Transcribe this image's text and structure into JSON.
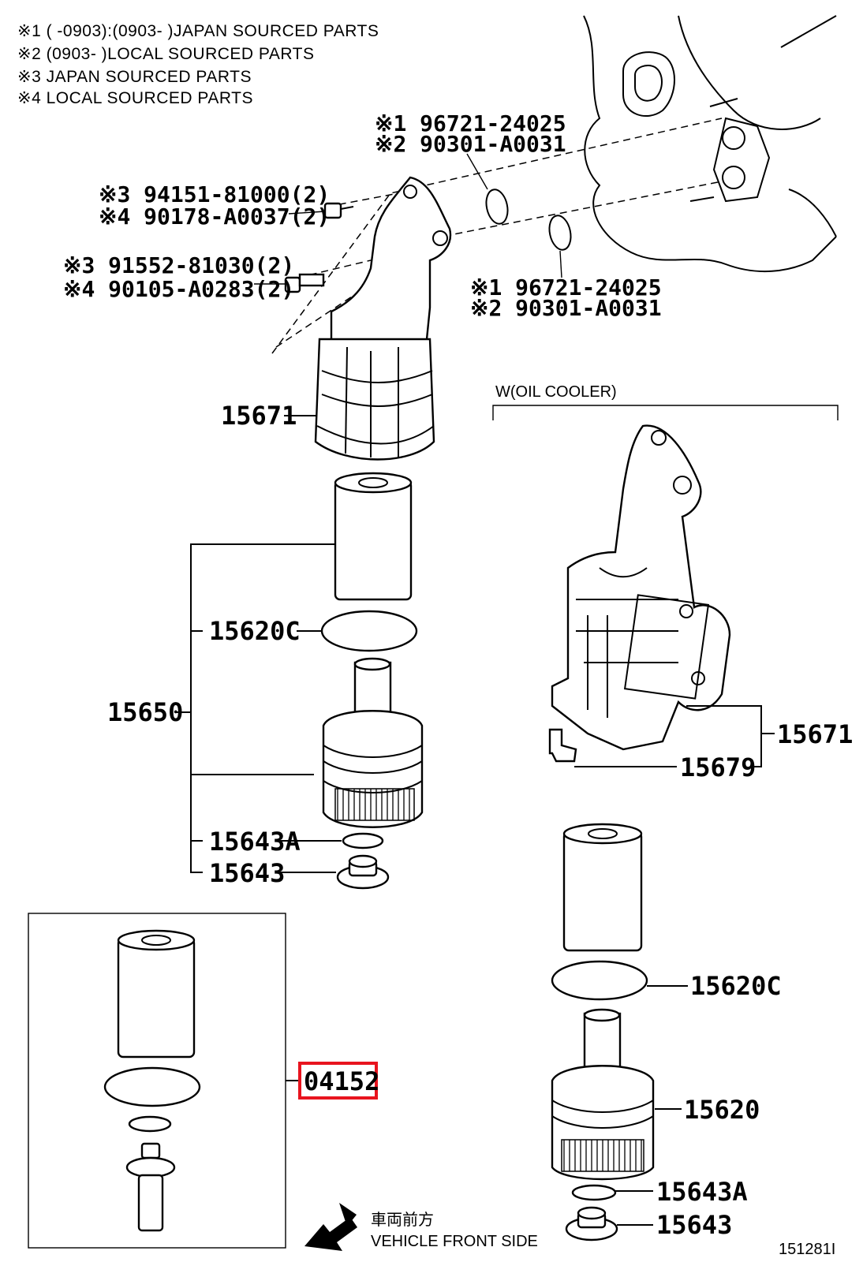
{
  "notes": [
    "※1 (        -0903):(0903-         )JAPAN SOURCED PARTS",
    "※2 (0903-          )LOCAL SOURCED PARTS",
    "※3 JAPAN SOURCED PARTS",
    "※4 LOCAL SOURCED PARTS"
  ],
  "callouts": {
    "oring_top_1": "※1 96721-24025",
    "oring_top_2": "※2 90301-A0031",
    "oring_mid_1": "※1 96721-24025",
    "oring_mid_2": "※2 90301-A0031",
    "bolt_a_1": "※3 94151-81000(2)",
    "bolt_a_2": "※4 90178-A0037(2)",
    "bolt_b_1": "※3 91552-81030(2)",
    "bolt_b_2": "※4 90105-A0283(2)"
  },
  "labels": {
    "housing_left": "15671",
    "oil_cooler": "W(OIL COOLER)",
    "oring_left": "15620C",
    "assy_left": "15650",
    "gasket_left": "15643A",
    "plug_left": "15643",
    "housing_right": "15671",
    "bracket_right": "15679",
    "oring_right": "15620C",
    "cap_right": "15620",
    "gasket_right": "15643A",
    "plug_right": "15643",
    "kit": "04152",
    "front_jp": "車両前方",
    "front_en": "VEHICLE FRONT SIDE",
    "ref": "151281I"
  },
  "colors": {
    "highlight": "#e8141e",
    "ink": "#000000"
  }
}
